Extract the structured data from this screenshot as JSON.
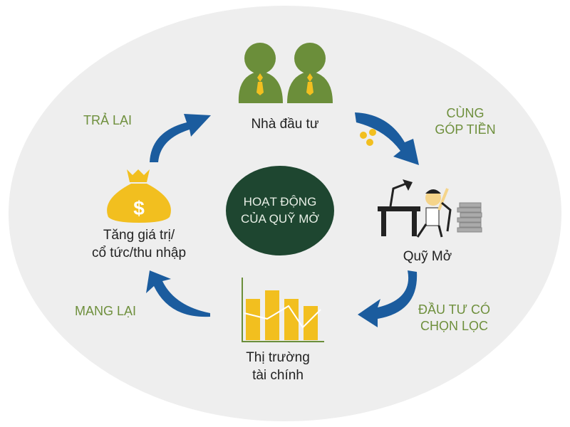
{
  "center": {
    "line1": "HOẠT ĐỘNG",
    "line2": "CỦA QUỸ MỞ"
  },
  "nodes": {
    "investors": "Nhà đầu tư",
    "fund": "Quỹ Mở",
    "market": {
      "line1": "Thị trường",
      "line2": "tài chính"
    },
    "returns": {
      "line1": "Tăng giá trị/",
      "line2": "cổ tức/thu nhập"
    }
  },
  "flows": {
    "contribute": {
      "line1": "CÙNG",
      "line2": "GÓP TIỀN"
    },
    "select": {
      "line1": "ĐẦU TƯ CÓ",
      "line2": "CHỌN LỌC"
    },
    "bring": "MANG LẠI",
    "return": "TRẢ LẠI"
  },
  "colors": {
    "background": "#eeeeee",
    "center": "#1e4630",
    "accent_green": "#6e8f3c",
    "arrow_blue": "#1b5c9e",
    "gold": "#f2bf1f",
    "investor_green": "#6b8e3a"
  }
}
